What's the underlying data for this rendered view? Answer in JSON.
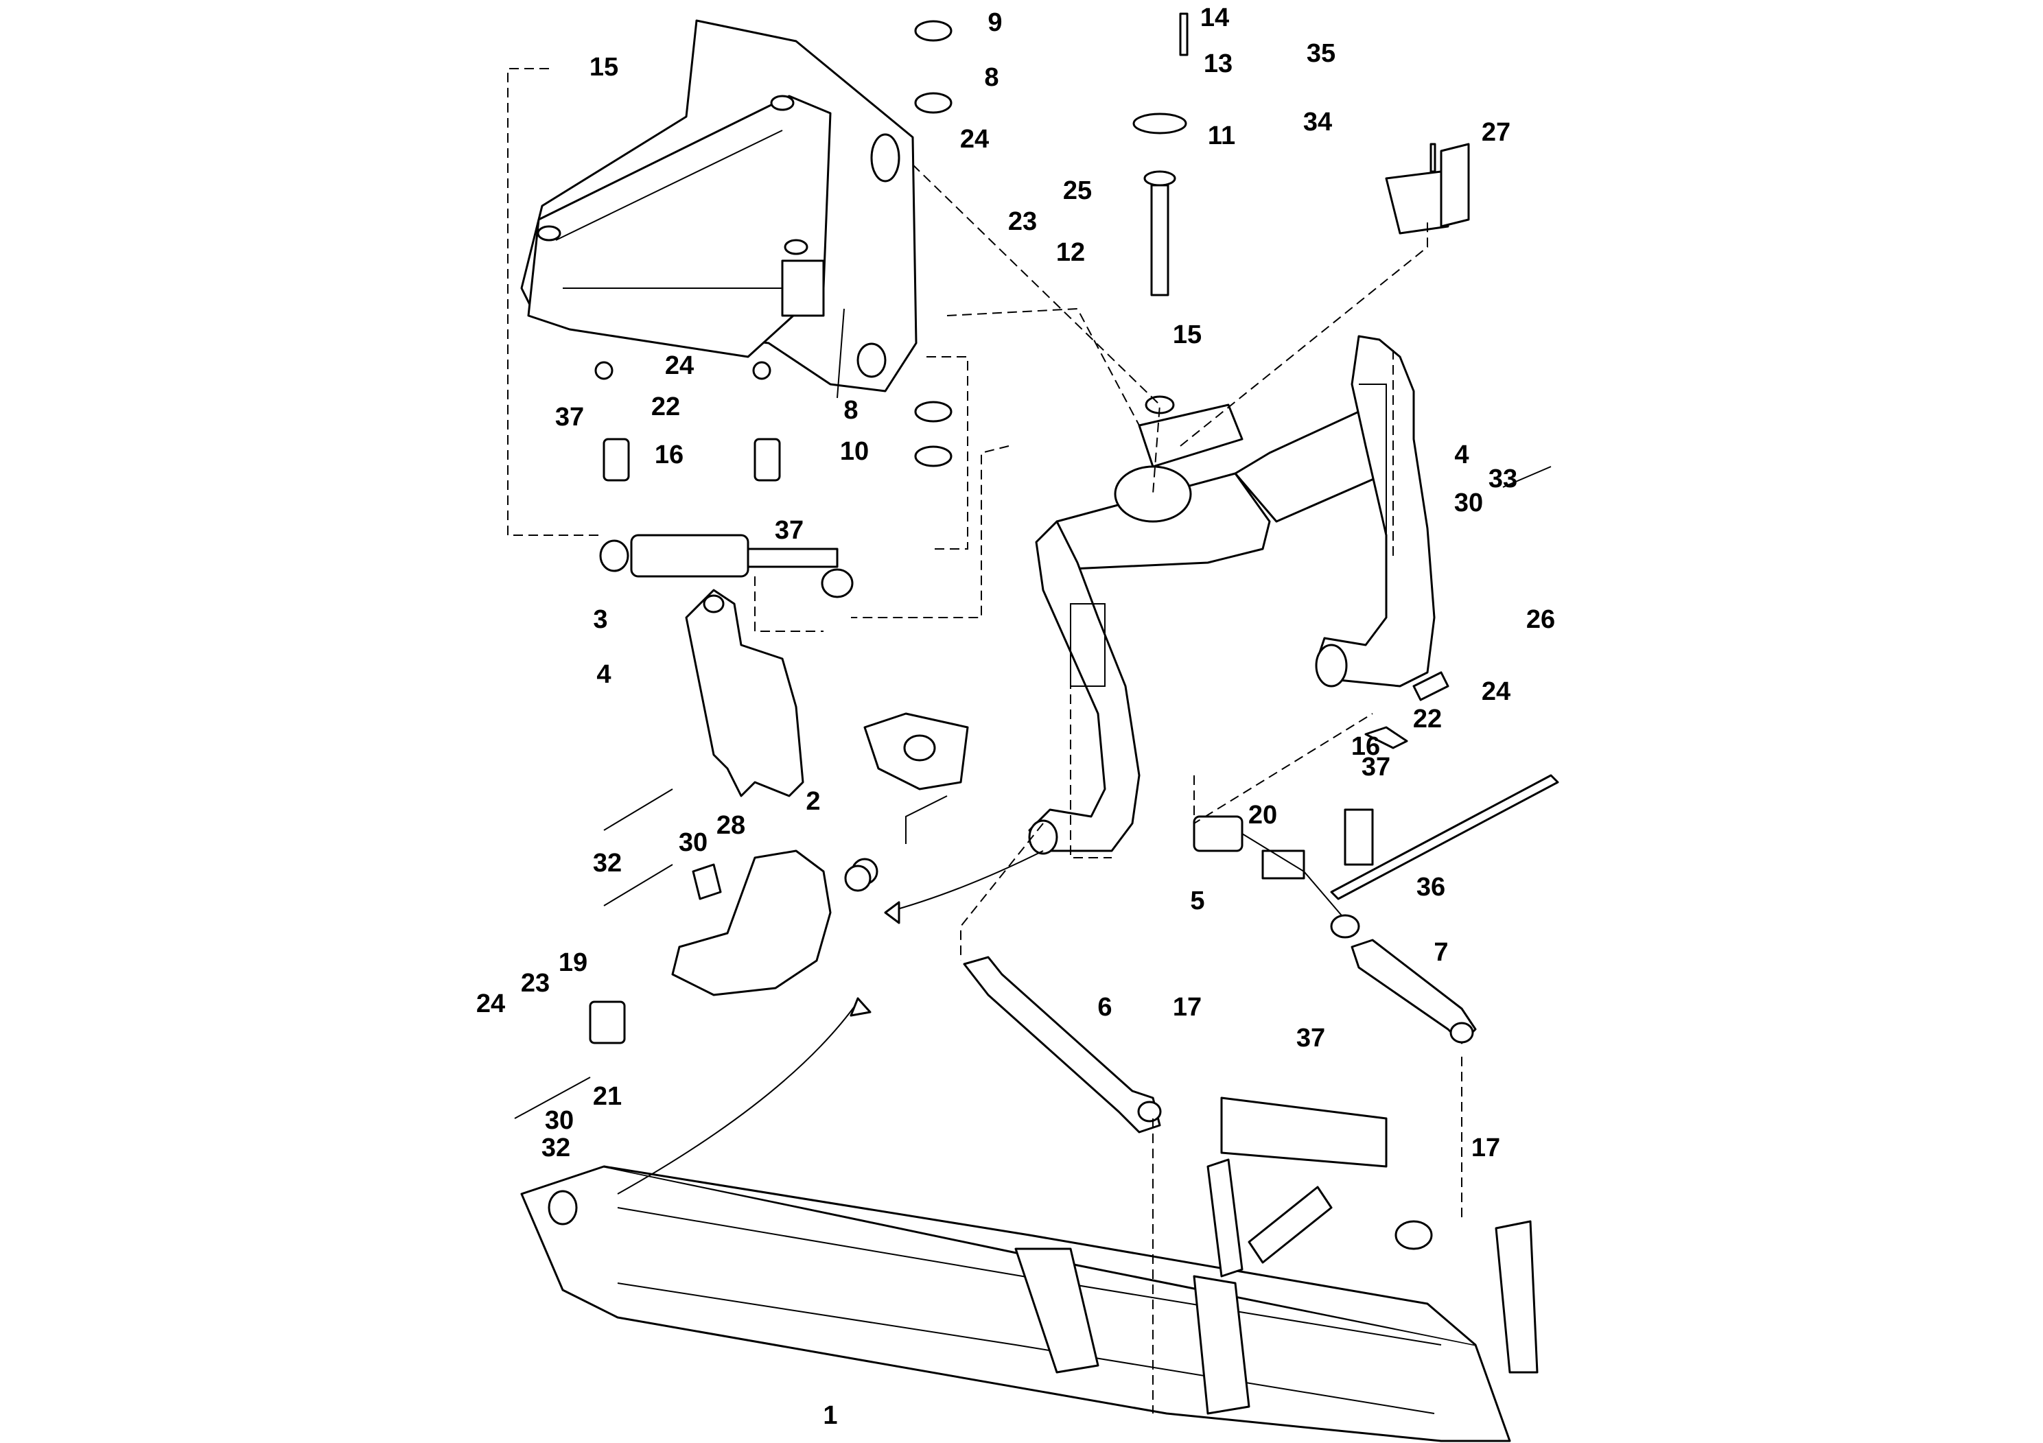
{
  "diagram": {
    "callouts": [
      "1",
      "2",
      "3",
      "4",
      "4",
      "5",
      "6",
      "7",
      "8",
      "8",
      "9",
      "10",
      "11",
      "12",
      "13",
      "14",
      "15",
      "15",
      "16",
      "16",
      "17",
      "17",
      "19",
      "20",
      "21",
      "22",
      "22",
      "23",
      "23",
      "24",
      "24",
      "24",
      "24",
      "25",
      "26",
      "27",
      "28",
      "30",
      "30",
      "30",
      "32",
      "32",
      "33",
      "34",
      "35",
      "36",
      "37",
      "37",
      "37",
      "37"
    ]
  }
}
